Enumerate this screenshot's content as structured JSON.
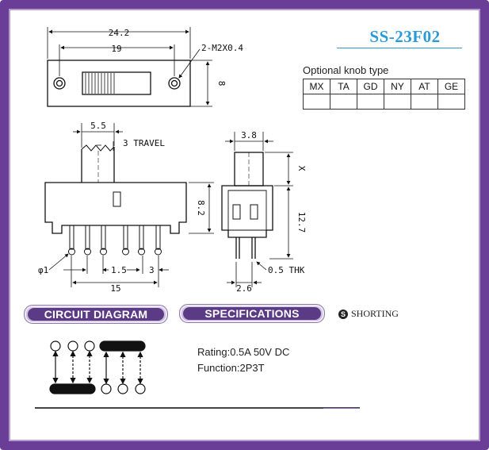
{
  "title": "SS-23F02",
  "knob": {
    "caption": "Optional knob type",
    "types": [
      "MX",
      "TA",
      "GD",
      "NY",
      "AT",
      "GE"
    ]
  },
  "dimensions": {
    "overall_length": "24.2",
    "mount_spacing": "19",
    "mount_holes": "2-M2X0.4",
    "plate_height": "8",
    "knob_width": "5.5",
    "travel": "3 TRAVEL",
    "body_height": "8.2",
    "pin_diameter": "φ1",
    "pin_pitch": "1.5",
    "row_offset": "3",
    "pin_span": "15",
    "side_knob_width": "3.8",
    "knob_height": "X",
    "side_height": "12.7",
    "terminal_thickness": "0.5 THK",
    "side_width": "2.6"
  },
  "sections": {
    "circuit": "CIRCUIT DIAGRAM",
    "specifications": "SPECIFICATIONS",
    "shorting": "SHORTING",
    "shorting_icon": "S"
  },
  "specs": {
    "rating": "Rating:0.5A 50V DC",
    "function": "Function:2P3T"
  },
  "colors": {
    "frame": "#6a3e96",
    "title": "#2b9ad6",
    "pill": "#5b3a86"
  }
}
